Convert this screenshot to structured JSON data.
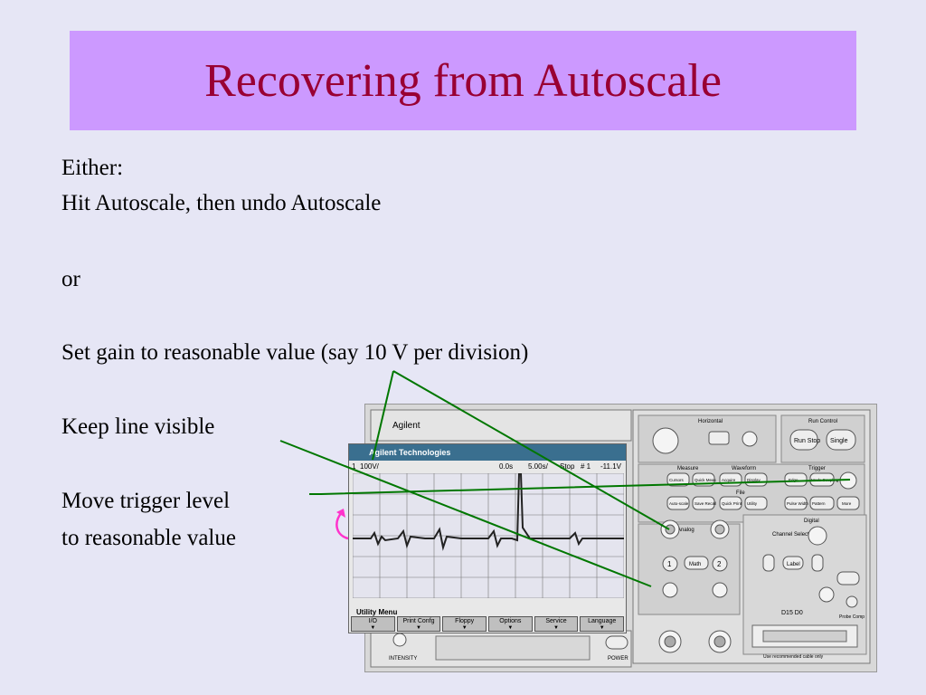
{
  "slide": {
    "title": "Recovering from Autoscale",
    "lines": [
      "Either:",
      "Hit Autoscale, then undo Autoscale",
      "or",
      "Set gain to reasonable value (say 10 V per division)",
      "Keep line visible",
      "Move trigger level",
      "to reasonable value"
    ]
  },
  "scope": {
    "brand": "Agilent",
    "screen_header": "Agilent Technologies",
    "status": {
      "channel": "1",
      "volts_div": "100V/",
      "delay": "0.0s",
      "time_div": "5.00s/",
      "mode": "Stop",
      "trigger": "# 1",
      "level": "-11.1V"
    },
    "menu_label": "Utility Menu",
    "softkeys": [
      "I/O",
      "Print Confg",
      "Floppy",
      "Options",
      "Service",
      "Language"
    ],
    "sections": {
      "horizontal": "Horizontal",
      "run_control": "Run Control",
      "measure": "Measure",
      "waveform": "Waveform",
      "trigger": "Trigger",
      "file": "File",
      "analog": "Analog",
      "digital": "Digital",
      "intensity": "INTENSITY",
      "power": "POWER",
      "probe_comp": "Probe Comp",
      "cable_note": "Use recommended cable only",
      "channel_select": "Channel Select",
      "digital_range": "D15  D0"
    },
    "buttons": {
      "run_stop": "Run Stop",
      "single": "Single",
      "cursors": "Cursors",
      "quick_meas": "Quick Meas",
      "acquire": "Acquire",
      "display": "Display",
      "edge": "Edge",
      "mode_coupling": "Mode Coupling",
      "auto_scale": "Auto-scale",
      "save_recall": "Save Recall",
      "quick_print": "Quick Print",
      "utility": "Utility",
      "pulse_width": "Pulse Width",
      "pattern": "Pattern",
      "more": "More",
      "math": "Math",
      "label": "Label"
    }
  },
  "colors": {
    "title_bg": "#cc99ff",
    "title_text": "#990033",
    "slide_bg": "#e6e6f5",
    "pointer_lines": "#007700",
    "curved_arrow": "#ff33cc"
  }
}
